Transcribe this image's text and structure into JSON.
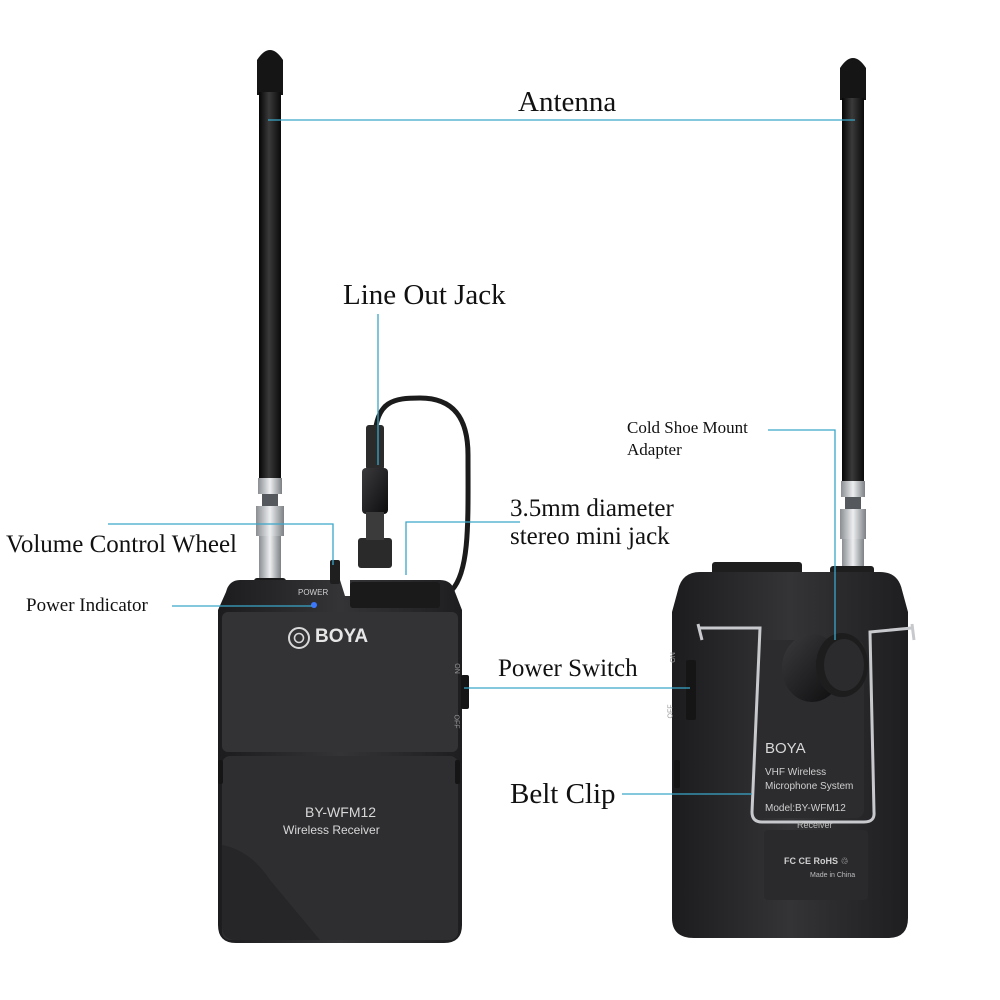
{
  "labels": {
    "antenna": "Antenna",
    "line_out_jack": "Line Out Jack",
    "cold_shoe_line1": "Cold Shoe Mount",
    "cold_shoe_line2": "Adapter",
    "stereo_jack_line1": "3.5mm diameter",
    "stereo_jack_line2": "stereo mini jack",
    "volume_control_wheel": "Volume Control Wheel",
    "power_indicator": "Power Indicator",
    "power_switch": "Power Switch",
    "belt_clip": "Belt Clip"
  },
  "front_device": {
    "brand": "BOYA",
    "power_mark": "POWER",
    "model": "BY-WFM12",
    "subtitle": "Wireless Receiver",
    "switch_on": "ON",
    "switch_off": "OFF"
  },
  "back_device": {
    "brand": "BOYA",
    "line1": "VHF Wireless",
    "line2": "Microphone System",
    "model_line": "Model:BY-WFM12",
    "receiver_line": "Receiver",
    "cert_marks": "FC  CE  RoHS  ♲",
    "made_in": "Made in China",
    "switch_on": "ON",
    "switch_off": "OFF"
  },
  "colors": {
    "leader_line": "#3aa6c9",
    "device_body": "#2a2a2c",
    "device_panel": "#3a3a3d",
    "antenna": "#141414",
    "metal": "#b9bcc0",
    "power_led": "#3b78ff"
  }
}
